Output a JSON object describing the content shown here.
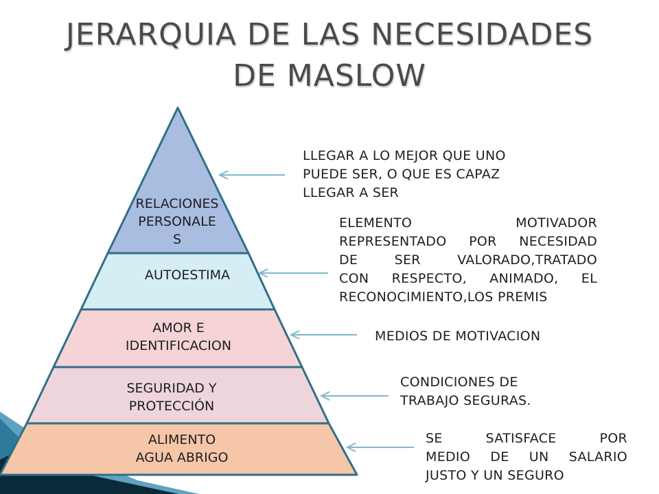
{
  "title": {
    "line1": "JERARQUIA DE LAS NECESIDADES",
    "line2": "DE MASLOW"
  },
  "levels": [
    {
      "lines": [
        "RELACIONES",
        "PERSONALE",
        "S"
      ],
      "color": "#a9bde0"
    },
    {
      "lines": [
        "AUTOESTIMA"
      ],
      "color": "#d4eef4"
    },
    {
      "lines": [
        "AMOR E",
        "IDENTIFICACION"
      ],
      "color": "#f6d3d6"
    },
    {
      "lines": [
        "SEGURIDAD Y",
        "PROTECCIÓN"
      ],
      "color": "#eed5db"
    },
    {
      "lines": [
        "ALIMENTO",
        "AGUA ABRIGO"
      ],
      "color": "#f6c6a9"
    }
  ],
  "descriptions": [
    {
      "lines": [
        "LLEGAR A LO MEJOR QUE UNO",
        "PUEDE SER, O QUE ES CAPAZ",
        "LLEGAR A SER"
      ]
    },
    {
      "lines": [
        "ELEMENTO MOTIVADOR",
        "REPRESENTADO POR NECESIDAD",
        "DE SER VALORADO,TRATADO",
        "CON RESPECTO, ANIMADO, EL",
        "RECONOCIMIENTO,LOS PREMIS"
      ]
    },
    {
      "lines": [
        "MEDIOS DE MOTIVACION"
      ]
    },
    {
      "lines": [
        "CONDICIONES DE",
        "TRABAJO SEGURAS."
      ]
    },
    {
      "lines": [
        "SE SATISFACE POR",
        "MEDIO DE UN SALARIO",
        "JUSTO Y UN SEGURO"
      ]
    }
  ],
  "colors": {
    "outline": "#2f6f86",
    "arrow": "#7fb8c8",
    "title": "#4a4a4a",
    "corner_dark": "#0a2a3a",
    "corner_light": "#5fa3c0"
  }
}
